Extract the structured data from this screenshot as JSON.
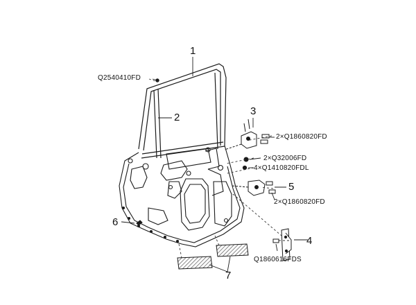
{
  "callouts": {
    "c1": "1",
    "c2": "2",
    "c3": "3",
    "c4": "4",
    "c5": "5",
    "c6": "6",
    "c7": "7"
  },
  "part_codes": {
    "top_bolt": "Q2540410FD",
    "hinge_upper_bolts": "2×Q1860820FD",
    "nut_q32006": "2×Q32006FD",
    "bolt_q1410820": "4×Q1410820FDL",
    "hinge_lower_bolts": "2×Q1860820FD",
    "striker_screw": "Q1860616FDS"
  },
  "colors": {
    "line": "#1a1a1a",
    "hatch": "#555555",
    "dash": "#333333"
  }
}
